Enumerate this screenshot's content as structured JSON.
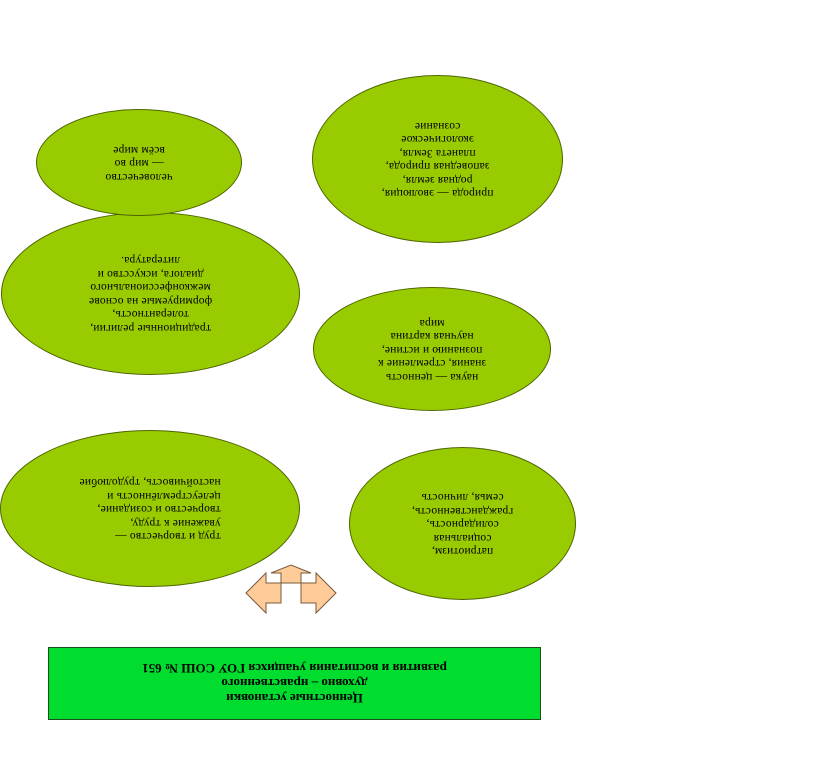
{
  "title": "Ценностные установки\nдуховно – нравственного\nразвития и воспитания учащихся ГОУ СОШ № 651",
  "ellipses": {
    "patriotism": "патриотизм,\nсоциальная\nсолидарность,\nгражданственность,\nсемья, личность",
    "labor": "труд и творчество —\nуважение к труду,\nтворчество и созидание,\nцелеустремлённость и\nнастойчивость, трудолюбие",
    "science": "наука — ценность\nзнания, стремление к\nпознанию и истине,\nнаучная картина\nмира",
    "religion": "традиционные религии,\nтолерантность,\nформируемые на основе\nмежконфессионального\nдиалога, искусство и\nлитература.",
    "nature": "природа — эволюция,\nродная земля,\nзаповедная природа,\nпланета Земля,\nэкологическое\nсознание",
    "humanity": "человечество\n— мир во\nвсём мире"
  },
  "colors": {
    "ellipse_fill": "#99cc00",
    "title_fill": "#00dd2e",
    "arrow_fill": "#ffcc99"
  }
}
